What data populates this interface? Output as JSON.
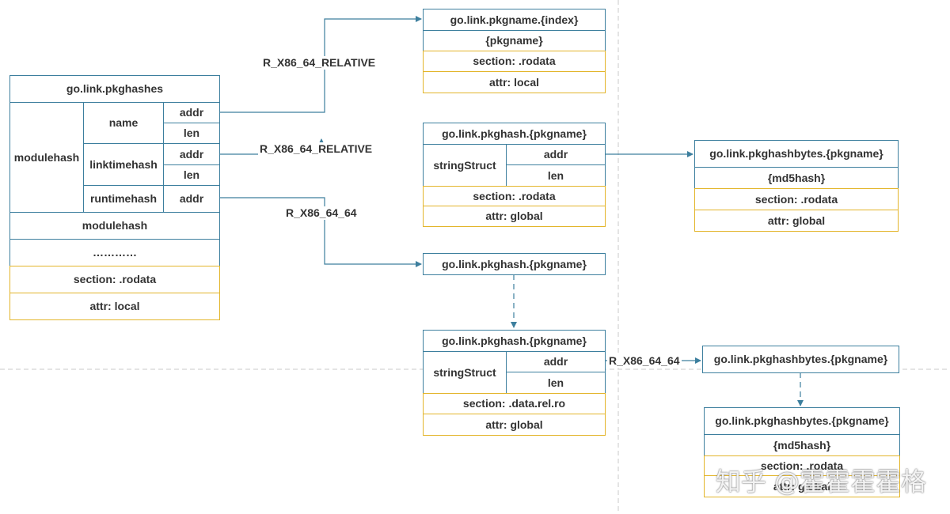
{
  "colors": {
    "border_blue": "#3d7f9e",
    "border_yellow": "#e3b52a",
    "text": "#333333",
    "divider": "#c9c9c9"
  },
  "pkghashes": {
    "title": "go.link.pkghashes",
    "modulehash": "modulehash",
    "name": "name",
    "addr1": "addr",
    "len1": "len",
    "linktimehash": "linktimehash",
    "addr2": "addr",
    "len2": "len",
    "runtimehash": "runtimehash",
    "addr3": "addr",
    "modulehash_row": "modulehash",
    "ellipsis": "…………",
    "section": "section: .rodata",
    "attr": "attr: local"
  },
  "pkgname": {
    "title": "go.link.pkgname.{index}",
    "content": "{pkgname}",
    "section": "section: .rodata",
    "attr": "attr: local"
  },
  "pkghash1": {
    "title": "go.link.pkghash.{pkgname}",
    "stringstruct": "stringStruct",
    "addr": "addr",
    "len": "len",
    "section": "section: .rodata",
    "attr": "attr: global"
  },
  "hashbytes1": {
    "title": "go.link.pkghashbytes.{pkgname}",
    "content": "{md5hash}",
    "section": "section: .rodata",
    "attr": "attr: global"
  },
  "pkghash2": {
    "title": "go.link.pkghash.{pkgname}"
  },
  "pkghash3": {
    "title": "go.link.pkghash.{pkgname}",
    "stringstruct": "stringStruct",
    "addr": "addr",
    "len": "len",
    "section": "section: .data.rel.ro",
    "attr": "attr: global"
  },
  "hashbytes2": {
    "title": "go.link.pkghashbytes.{pkgname}"
  },
  "hashbytes3": {
    "title": "go.link.pkghashbytes.{pkgname}",
    "content": "{md5hash}",
    "section": "section: .rodata",
    "attr": "attr: global"
  },
  "edges": {
    "reloc1": "R_X86_64_RELATIVE",
    "reloc2": "R_X86_64_RELATIVE",
    "reloc3": "R_X86_64_64",
    "reloc4": "R_X86_64_64"
  },
  "watermark": "知乎 @霍霍霍霍格"
}
